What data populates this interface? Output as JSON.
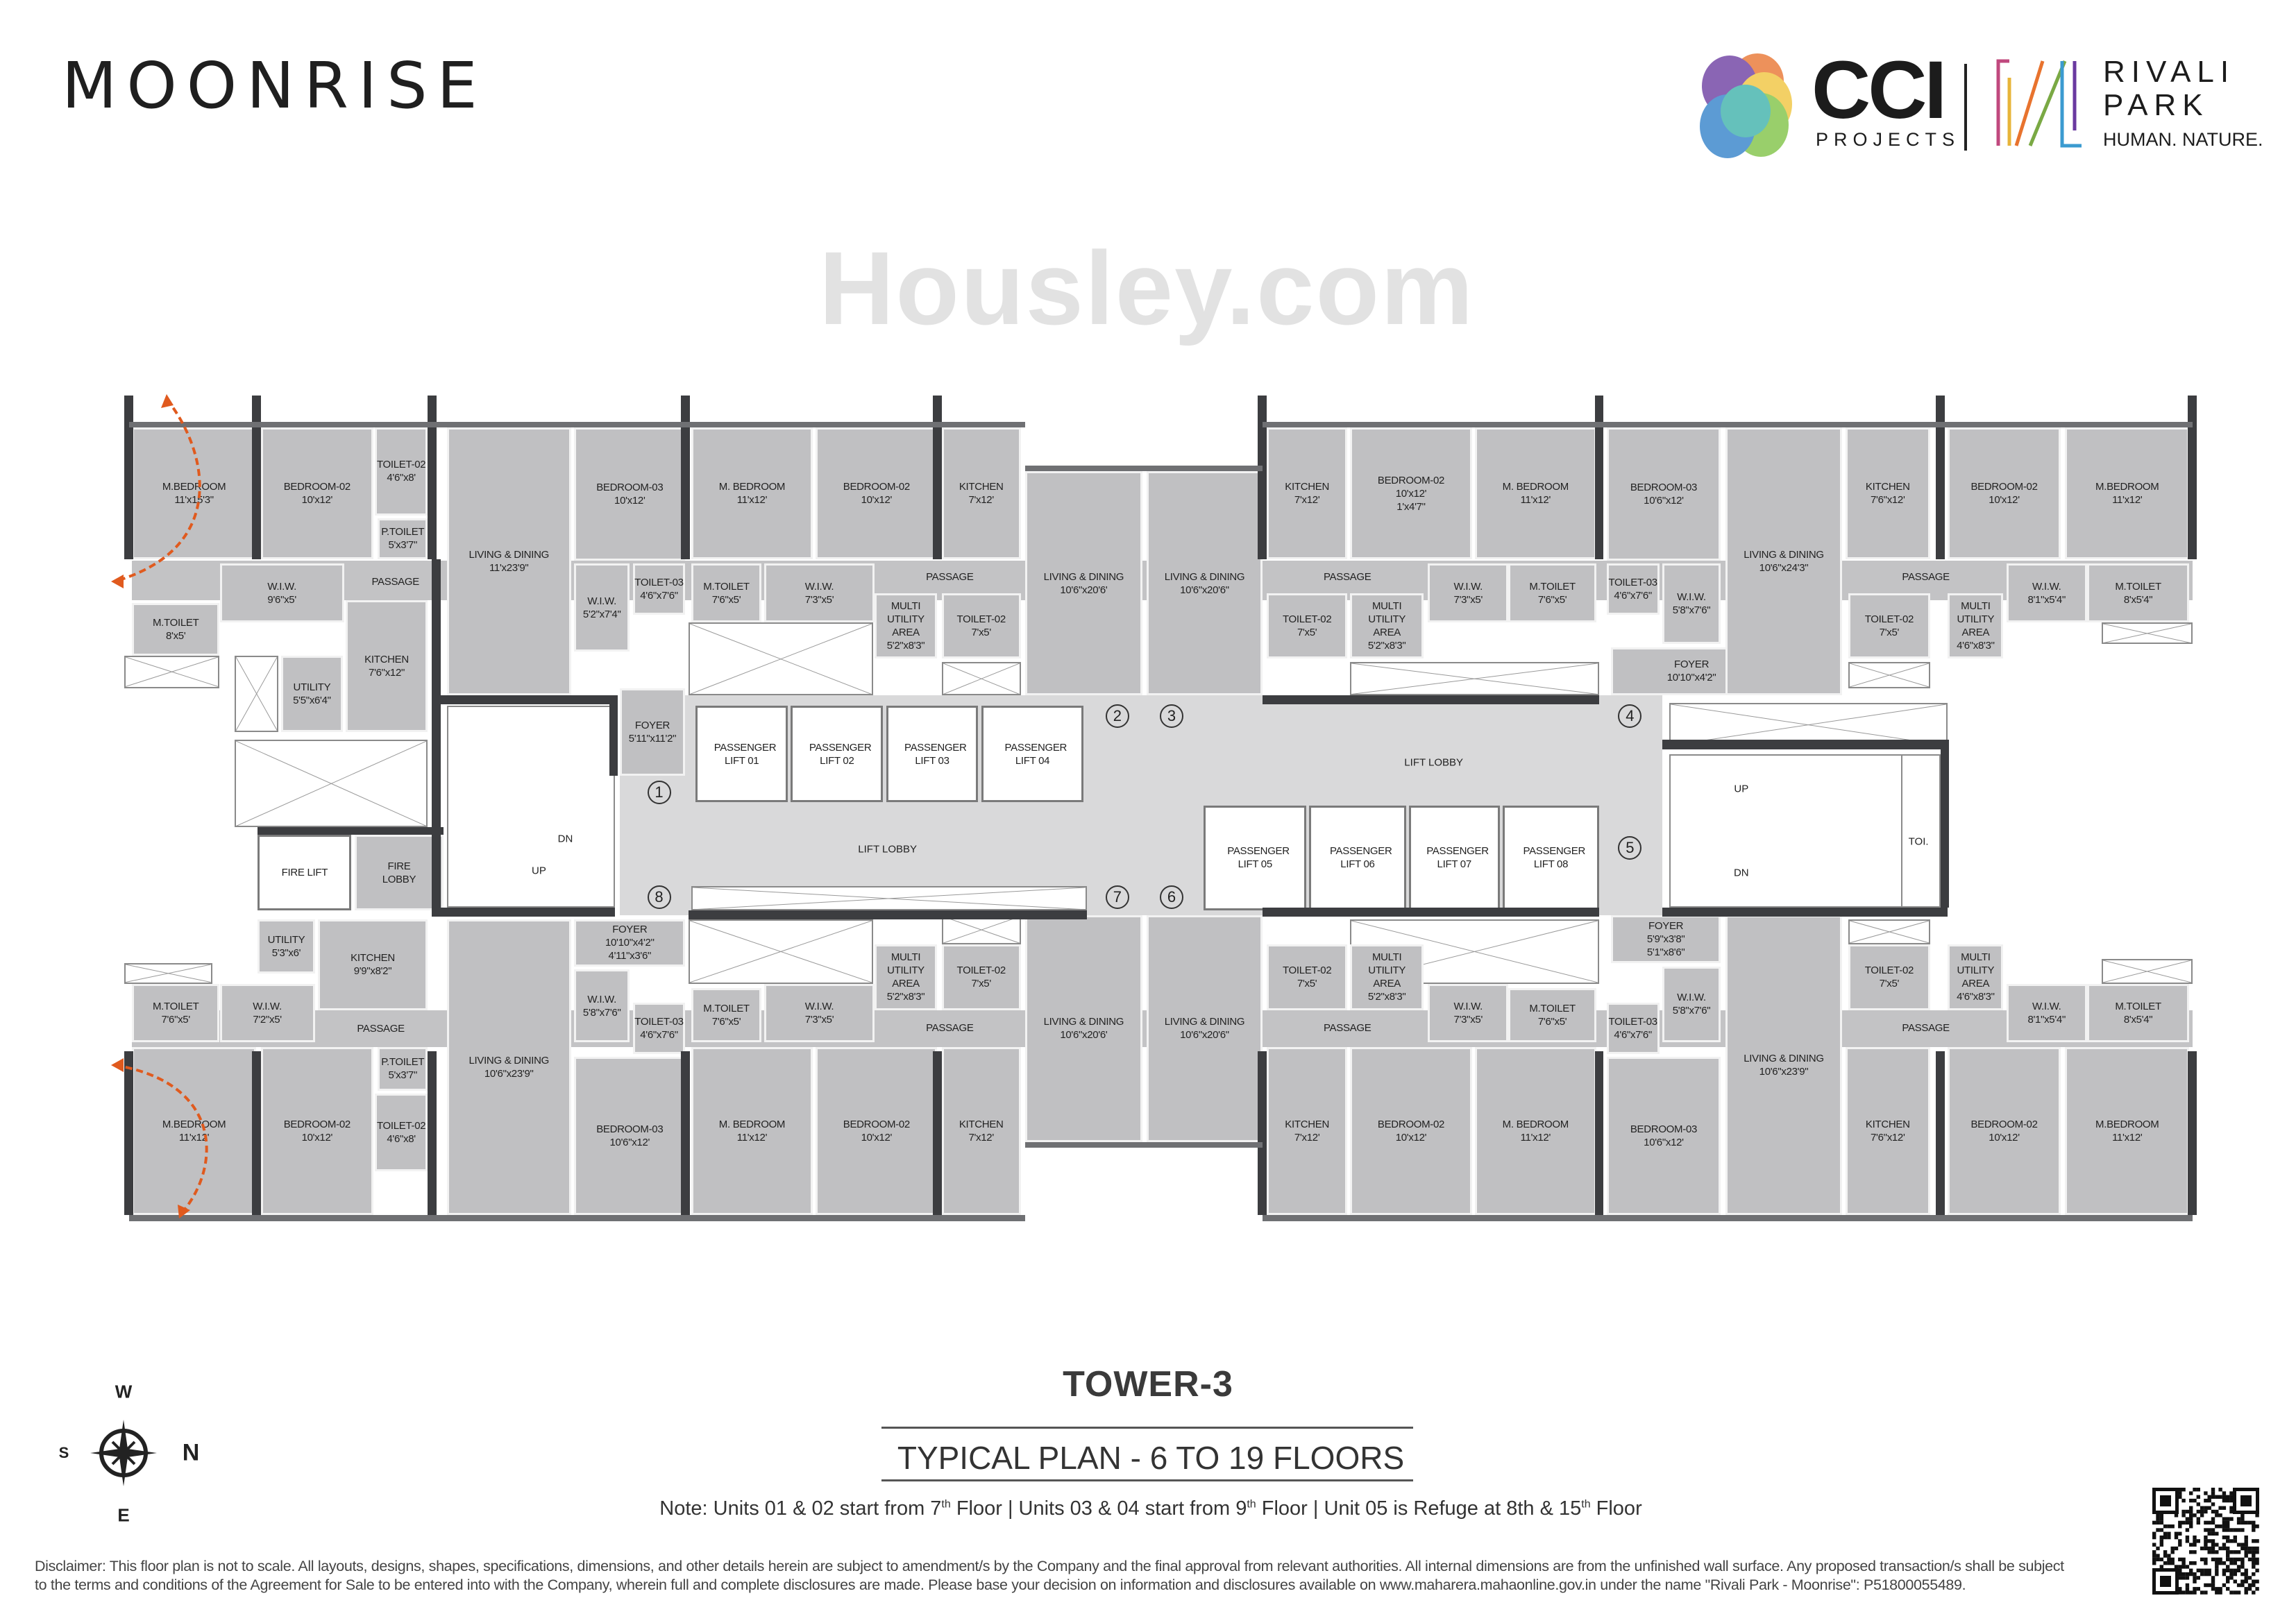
{
  "header": {
    "project_logo": "MOONRISE",
    "developer_logo": {
      "name": "CCI",
      "subtitle": "PROJECTS"
    },
    "park_logo": {
      "line1": "RIVALI",
      "line2": "PARK",
      "tagline": "HUMAN. NATURE."
    },
    "logo_colors": [
      "#6a3aa0",
      "#e8732e",
      "#f0c43a",
      "#7dc242",
      "#2f7fc8",
      "#3ab0a8",
      "#c03a8a"
    ]
  },
  "plan": {
    "rooms": [
      {
        "name": "M.BEDROOM",
        "size": "11'x15'3\""
      },
      {
        "name": "BEDROOM-02",
        "size": "10'x12'"
      },
      {
        "name": "TOILET-02",
        "size": "4'6\"x8'"
      },
      {
        "name": "P.TOILET",
        "size": "5'x3'7\""
      },
      {
        "name": "LIVING & DINING",
        "size": "11'x23'9\""
      },
      {
        "name": "BEDROOM-03",
        "size": "10'x12'"
      },
      {
        "name": "W.I.W.",
        "size": "9'6\"x5'"
      },
      {
        "name": "PASSAGE",
        "size": ""
      },
      {
        "name": "W.I.W.",
        "size": "5'2\"x7'4\""
      },
      {
        "name": "TOILET-03",
        "size": "4'6\"x7'6\""
      },
      {
        "name": "M.TOILET",
        "size": "8'x5'"
      },
      {
        "name": "UTILITY",
        "size": "5'5\"x6'4\""
      },
      {
        "name": "KITCHEN",
        "size": "7'6\"x12\""
      },
      {
        "name": "FOYER",
        "size": "5'11\"x11'2\""
      },
      {
        "name": "M. BEDROOM",
        "size": "11'x12'"
      },
      {
        "name": "BEDROOM-02",
        "size": "10'x12'"
      },
      {
        "name": "KITCHEN",
        "size": "7'x12'"
      },
      {
        "name": "LIVING & DINING",
        "size": "10'6\"x20'6'"
      },
      {
        "name": "M.TOILET",
        "size": "7'6\"x5'"
      },
      {
        "name": "W.I.W.",
        "size": "7'3\"x5'"
      },
      {
        "name": "PASSAGE",
        "size": ""
      },
      {
        "name": "MULTI UTILITY AREA",
        "size": "5'2\"x8'3\""
      },
      {
        "name": "TOILET-02",
        "size": "7'x5'"
      },
      {
        "name": "LIVING & DINING",
        "size": "10'6\"x20'6\""
      },
      {
        "name": "KITCHEN",
        "size": "7'x12'"
      },
      {
        "name": "BEDROOM-02",
        "size": "10'x12'",
        "size2": "1'x4'7\""
      },
      {
        "name": "M. BEDROOM",
        "size": "11'x12'"
      },
      {
        "name": "PASSAGE",
        "size": ""
      },
      {
        "name": "TOILET-02",
        "size": "7'x5'"
      },
      {
        "name": "MULTI UTILITY AREA",
        "size": "5'2\"x8'3\""
      },
      {
        "name": "W.I.W.",
        "size": "7'3\"x5'"
      },
      {
        "name": "M.TOILET",
        "size": "7'6\"x5'"
      },
      {
        "name": "BEDROOM-03",
        "size": "10'6\"x12'"
      },
      {
        "name": "TOILET-03",
        "size": "4'6\"x7'6\""
      },
      {
        "name": "W.I.W.",
        "size": "5'8\"x7'6\""
      },
      {
        "name": "FOYER",
        "size": "10'10\"x4'2\""
      },
      {
        "name": "LIVING & DINING",
        "size": "10'6\"x24'3\""
      },
      {
        "name": "KITCHEN",
        "size": "7'6\"x12'"
      },
      {
        "name": "BEDROOM-02",
        "size": "10'x12'"
      },
      {
        "name": "M.BEDROOM",
        "size": "11'x12'"
      },
      {
        "name": "PASSAGE",
        "size": ""
      },
      {
        "name": "TOILET-02",
        "size": "7'x5'"
      },
      {
        "name": "MULTI UTILITY AREA",
        "size": "4'6\"x8'3\""
      },
      {
        "name": "W.I.W.",
        "size": "8'1\"x5'4\""
      },
      {
        "name": "M.TOILET",
        "size": "8'x5'4\""
      },
      {
        "name": "PASSENGER LIFT 01",
        "size": ""
      },
      {
        "name": "PASSENGER LIFT 02",
        "size": ""
      },
      {
        "name": "PASSENGER LIFT 03",
        "size": ""
      },
      {
        "name": "PASSENGER LIFT 04",
        "size": ""
      },
      {
        "name": "PASSENGER LIFT 05",
        "size": ""
      },
      {
        "name": "PASSENGER LIFT 06",
        "size": ""
      },
      {
        "name": "PASSENGER LIFT 07",
        "size": ""
      },
      {
        "name": "PASSENGER LIFT 08",
        "size": ""
      },
      {
        "name": "FIRE LIFT",
        "size": ""
      },
      {
        "name": "FIRE LOBBY",
        "size": ""
      },
      {
        "name": "UTILITY",
        "size": "5'3\"x6'"
      },
      {
        "name": "KITCHEN",
        "size": "9'9\"x8'2\""
      },
      {
        "name": "M.TOILET",
        "size": "7'6\"x5'"
      },
      {
        "name": "W.I.W.",
        "size": "7'2\"x5'"
      },
      {
        "name": "PASSAGE",
        "size": ""
      },
      {
        "name": "FOYER",
        "size": "10'10\"x4'2\"",
        "size2": "4'11\"x3'6\""
      },
      {
        "name": "W.I.W.",
        "size": "5'8\"x7'6\""
      },
      {
        "name": "TOILET-03",
        "size": "4'6\"x7'6\""
      },
      {
        "name": "LIVING & DINING",
        "size": "10'6\"x23'9\""
      },
      {
        "name": "M.BEDROOM",
        "size": "11'x12'"
      },
      {
        "name": "BEDROOM-02",
        "size": "10'x12'"
      },
      {
        "name": "P.TOILET",
        "size": "5'x3'7\""
      },
      {
        "name": "TOILET-02",
        "size": "4'6\"x8'"
      },
      {
        "name": "BEDROOM-03",
        "size": "10'6\"x12'"
      },
      {
        "name": "MULTI UTILITY AREA",
        "size": "5'2\"x8'3\""
      },
      {
        "name": "TOILET-02",
        "size": "7'x5'"
      },
      {
        "name": "M.TOILET",
        "size": "7'6\"x5'"
      },
      {
        "name": "W.I.W.",
        "size": "7'3\"x5'"
      },
      {
        "name": "PASSAGE",
        "size": ""
      },
      {
        "name": "LIVING & DINING",
        "size": "10'6\"x20'6'"
      },
      {
        "name": "M. BEDROOM",
        "size": "11'x12'"
      },
      {
        "name": "BEDROOM-02",
        "size": "10'x12'"
      },
      {
        "name": "KITCHEN",
        "size": "7'x12'"
      },
      {
        "name": "LIVING & DINING",
        "size": "10'6\"x20'6\""
      },
      {
        "name": "TOILET-02",
        "size": "7'x5'"
      },
      {
        "name": "MULTI UTILITY AREA",
        "size": "5'2\"x8'3\""
      },
      {
        "name": "W.I.W.",
        "size": "7'3\"x5'"
      },
      {
        "name": "M.TOILET",
        "size": "7'6\"x5'"
      },
      {
        "name": "PASSAGE",
        "size": ""
      },
      {
        "name": "KITCHEN",
        "size": "7'x12'"
      },
      {
        "name": "BEDROOM-02",
        "size": "10'x12'"
      },
      {
        "name": "M. BEDROOM",
        "size": "11'x12'"
      },
      {
        "name": "FOYER",
        "size": "5'9\"x3'8\"",
        "size2": "5'1\"x8'6\""
      },
      {
        "name": "W.I.W.",
        "size": "5'8\"x7'6\""
      },
      {
        "name": "TOILET-03",
        "size": "4'6\"x7'6\""
      },
      {
        "name": "LIVING & DINING",
        "size": "10'6\"x23'9\""
      },
      {
        "name": "TOILET-02",
        "size": "7'x5'"
      },
      {
        "name": "MULTI UTILITY AREA",
        "size": "4'6\"x8'3\""
      },
      {
        "name": "W.I.W.",
        "size": "8'1\"x5'4\""
      },
      {
        "name": "M.TOILET",
        "size": "8'x5'4\""
      },
      {
        "name": "PASSAGE",
        "size": ""
      },
      {
        "name": "BEDROOM-03",
        "size": "10'6\"x12'"
      },
      {
        "name": "KITCHEN",
        "size": "7'6\"x12'"
      },
      {
        "name": "BEDROOM-02",
        "size": "10'x12'"
      },
      {
        "name": "M.BEDROOM",
        "size": "11'x12'"
      }
    ],
    "core_labels": [
      "LIFT LOBBY",
      "LIFT LOBBY",
      "DN",
      "UP",
      "UP",
      "DN",
      "TOI."
    ],
    "unit_markers": [
      "1",
      "2",
      "3",
      "4",
      "5",
      "6",
      "7",
      "8"
    ],
    "watermark": "Housley.com"
  },
  "compass": {
    "top": "W",
    "left": "S",
    "right": "N",
    "bottom": "E"
  },
  "title": {
    "tower": "TOWER-3",
    "plan": "TYPICAL PLAN - 6 TO 19 FLOORS",
    "note_parts": [
      "Note: Units 01 & 02 start from 7",
      "th",
      " Floor | Units 03 & 04 start from 9",
      "th",
      " Floor | Unit 05 is Refuge at 8th & 15",
      "th",
      " Floor"
    ]
  },
  "disclaimer": {
    "line1": "Disclaimer: This floor plan is not to scale. All layouts, designs, shapes, specifications, dimensions, and other details herein are subject to amendment/s by the Company and the final approval from relevant authorities. All internal dimensions are from the unfinished wall surface. Any proposed transaction/s shall be subject",
    "line2": "to the terms and conditions of the Agreement for Sale to be entered into with the Company, wherein full and complete disclosures are made. Please base your decision on information and disclosures available on www.maharera.mahaonline.gov.in under the name \"Rivali Park - Moonrise\": P51800055489."
  },
  "qr_code": {
    "icon": "qr-code-icon"
  }
}
